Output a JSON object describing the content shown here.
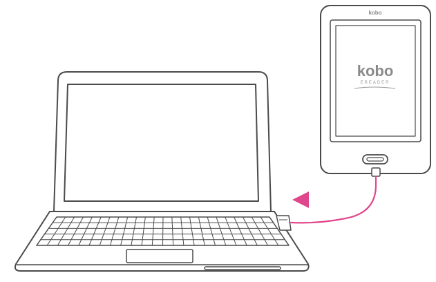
{
  "diagram": {
    "ereader": {
      "top_logo": "kobo",
      "screen_logo": "kobo",
      "screen_sublabel": "EREADER"
    },
    "colors": {
      "outline": "#4a4a4a",
      "cable": "#e0468c",
      "arrow": "#e0468c",
      "screen_fill": "#ffffff",
      "logo_gray": "#8a8a8a"
    }
  }
}
